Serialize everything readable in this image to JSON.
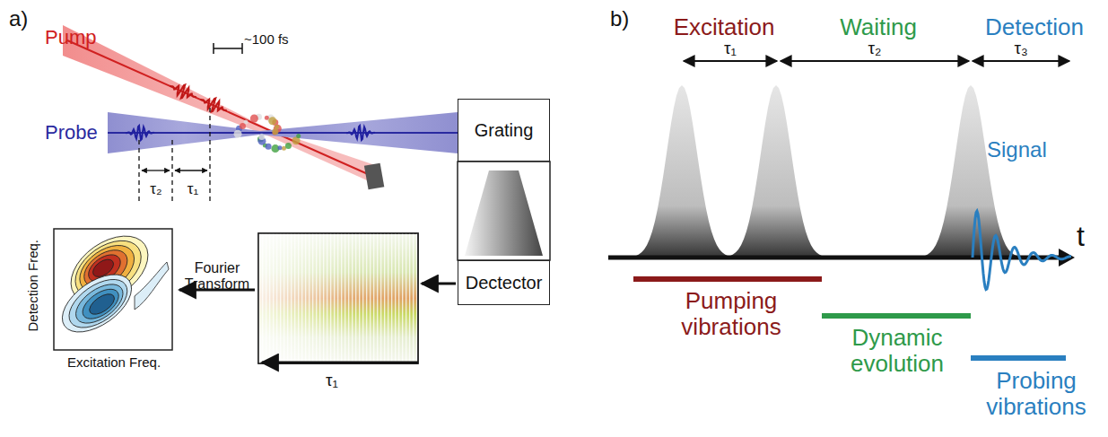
{
  "diagram": {
    "nodes": [
      {
        "text": [
          "Grating"
        ]
      },
      {
        "text": [
          "Dectector"
        ]
      }
    ],
    "labels": [
      "a)",
      "Pump",
      "~100 fs",
      "Probe",
      "τ₂",
      "τ₁",
      "Detection Freq.",
      "Excitation Freq.",
      "Fourier Transform",
      "τ₁",
      "b)",
      "Excitation",
      "Waiting",
      "Detection",
      "τ₁",
      "τ₂",
      "τ₃",
      "Signal",
      "t",
      "Pumping vibrations",
      "Dynamic evolution",
      "Probing vibrations"
    ]
  }
}
